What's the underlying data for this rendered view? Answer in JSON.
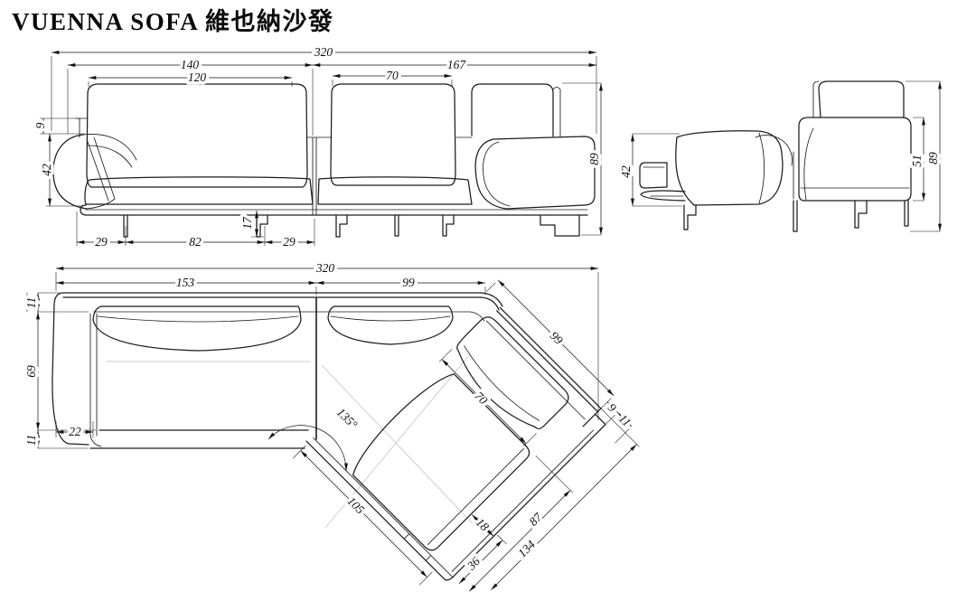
{
  "title": "VUENNA SOFA 維也納沙發",
  "front": {
    "dims": {
      "overall_width": "320",
      "left_width": "140",
      "right_width": "167",
      "left_cushion": "120",
      "mid_cushion": "70",
      "back_gap": "9",
      "arm_height": "42",
      "overall_height": "89",
      "leg_inset_left": "29",
      "leg_span": "82",
      "leg_height": "17",
      "leg_inset_right": "29"
    }
  },
  "side": {
    "dims": {
      "arm_height": "42",
      "back_height": "51",
      "overall_height": "89"
    }
  },
  "plan": {
    "dims": {
      "overall_width": "320",
      "left_seat": "153",
      "right_seat": "99",
      "back_depth_top": "11",
      "seat_depth": "69",
      "front_depth": "11",
      "arm_width": "22",
      "chaise_back": "99",
      "end_offset": "9",
      "end_panel": "11",
      "chaise_cushion": "70",
      "corner_angle": "135°",
      "corner_edge": "105",
      "chaise_seat_length": "87",
      "chaise_length": "134",
      "cushion_gap": "18",
      "foot_width": "36"
    }
  }
}
